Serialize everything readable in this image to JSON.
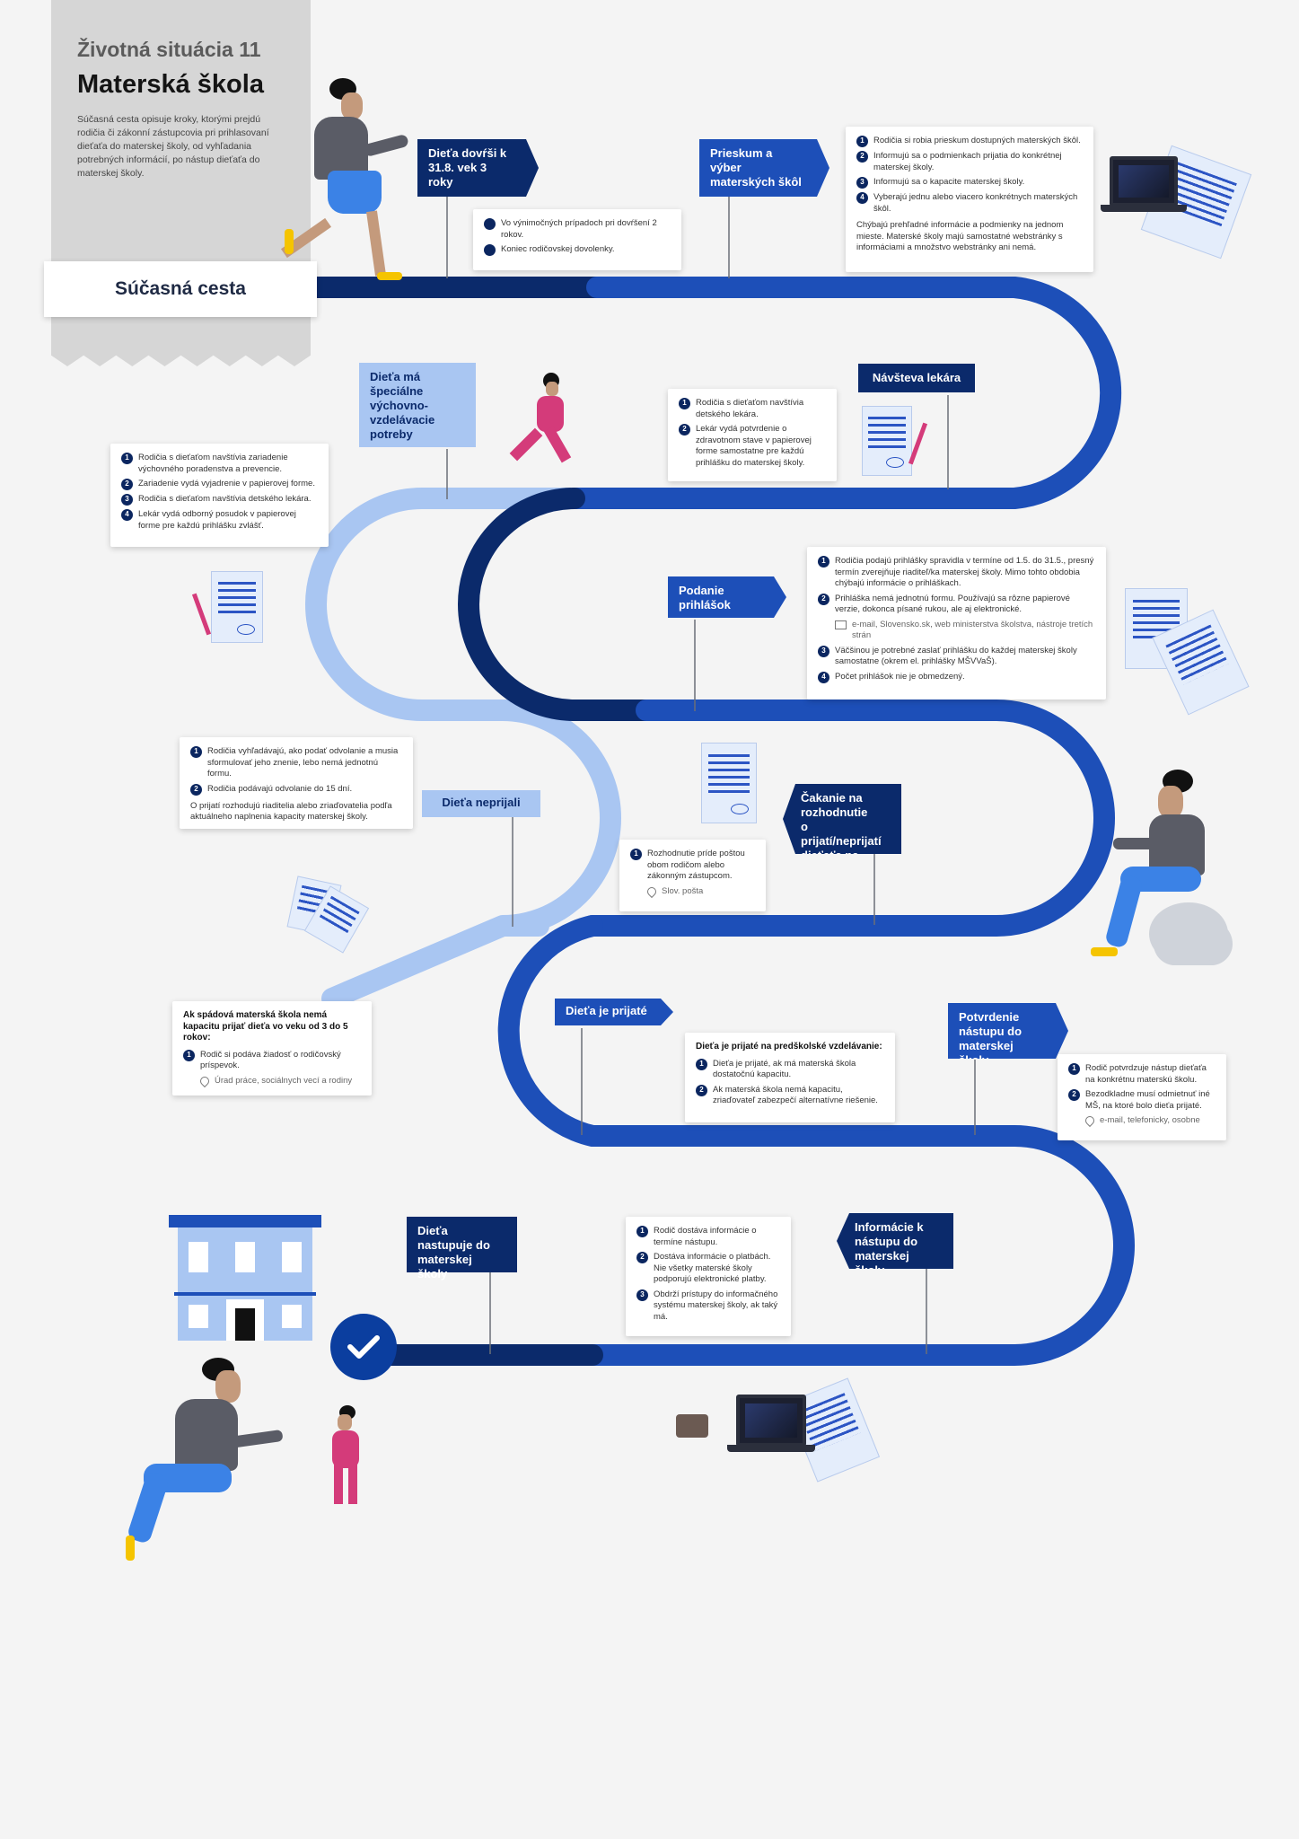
{
  "header": {
    "kicker": "Životná situácia 11",
    "title": "Materská škola",
    "intro": "Súčasná cesta opisuje kroky, ktorými prejdú rodičia či zákonní zástupcovia pri prihlasovaní dieťaťa do materskej školy, od vyhľadania potrebných informácií, po nástup dieťaťa do materskej školy.",
    "path_label": "Súčasná cesta"
  },
  "colors": {
    "road_dark": "#0b2a6b",
    "road_mid": "#1d4fb8",
    "road_light": "#a9c6f2",
    "flag_dark": "#0b2a6b",
    "flag_mid": "#1d4fb8",
    "flag_light": "#a9c6f2"
  },
  "steps": {
    "s1": {
      "label": "Dieťa dovŕši k 31.8. vek 3 roky",
      "items": [
        "Vo výnimočných prípadoch pri dovŕšení 2 rokov.",
        "Koniec rodičovskej dovolenky."
      ]
    },
    "s2": {
      "label": "Prieskum a výber materských škôl",
      "items": [
        "Rodičia si robia prieskum dostupných materských škôl.",
        "Informujú sa o podmienkach prijatia do konkrétnej materskej školy.",
        "Informujú sa o kapacite materskej školy.",
        "Vyberajú jednu alebo viacero konkrétnych materských škôl."
      ],
      "note": "Chýbajú prehľadné informácie a podmienky na jednom mieste. Materské školy majú samostatné webstránky s informáciami a množstvo webstránky ani nemá."
    },
    "s3": {
      "label": "Návšteva lekára",
      "items": [
        "Rodičia s dieťaťom navštívia detského lekára.",
        "Lekár vydá potvrdenie o zdravotnom stave v papierovej forme samostatne pre každú prihlášku do materskej školy."
      ]
    },
    "s4": {
      "label": "Dieťa má špeciálne výchovno-vzdelávacie potreby",
      "items": [
        "Rodičia s dieťaťom navštívia zariadenie výchovného poradenstva a prevencie.",
        "Zariadenie vydá vyjadrenie v papierovej forme.",
        "Rodičia s dieťaťom navštívia detského lekára.",
        "Lekár vydá odborný posudok v papierovej forme pre každú prihlášku zvlášť."
      ]
    },
    "s5": {
      "label": "Podanie prihlášok",
      "items": [
        "Rodičia podajú prihlášky spravidla v termíne od 1.5. do 31.5., presný termín zverejňuje riaditeľ/ka materskej školy. Mimo tohto obdobia chýbajú informácie o prihláškach.",
        "Prihláška nemá jednotnú formu. Používajú sa rôzne papierové verzie, dokonca písané rukou, ale aj elektronické.",
        "Väčšinou je potrebné zaslať prihlášku do každej materskej školy samostatne (okrem el. prihlášky MŠVVaŠ).",
        "Počet prihlášok nie je obmedzený."
      ],
      "meta": "e-mail, Slovensko.sk, web ministerstva školstva, nástroje tretích strán"
    },
    "s6": {
      "label": "Čakanie na rozhodnutie o prijatí/neprijatí dieťaťa na MŠ",
      "items": [
        "Rozhodnutie príde poštou obom rodičom alebo zákonným zástupcom."
      ],
      "meta": "Slov. pošta"
    },
    "s7": {
      "label": "Dieťa neprijali",
      "items": [
        "Rodičia vyhľadávajú, ako podať odvolanie a musia sformulovať jeho znenie, lebo nemá jednotnú formu.",
        "Rodičia podávajú odvolanie do 15 dní."
      ],
      "note": "O prijatí rozhodujú riaditelia alebo zriaďovatelia podľa aktuálneho naplnenia kapacity materskej školy."
    },
    "s8": {
      "title": "Ak spádová materská škola nemá kapacitu prijať dieťa vo veku od 3 do 5 rokov:",
      "items": [
        "Rodič si podáva žiadosť o rodičovský príspevok."
      ],
      "meta": "Úrad práce, sociálnych vecí a rodiny"
    },
    "s9": {
      "label": "Dieťa je prijaté",
      "title": "Dieťa je prijaté na predškolské vzdelávanie:",
      "items": [
        "Dieťa je prijaté, ak má materská škola dostatočnú kapacitu.",
        "Ak materská škola nemá kapacitu, zriaďovateľ zabezpečí alternatívne riešenie."
      ]
    },
    "s10": {
      "label": "Potvrdenie nástupu do materskej školy",
      "items": [
        "Rodič potvrdzuje nástup dieťaťa na konkrétnu materskú školu.",
        "Bezodkladne musí odmietnuť iné MŠ, na ktoré bolo dieťa prijaté."
      ],
      "meta": "e-mail, telefonicky, osobne"
    },
    "s11": {
      "label": "Informácie k nástupu do materskej školy",
      "items": [
        "Rodič dostáva informácie o termíne nástupu.",
        "Dostáva informácie o platbách. Nie všetky materské školy podporujú elektronické platby.",
        "Obdrží prístupy do informačného systému materskej školy, ak taký má."
      ]
    },
    "s12": {
      "label": "Dieťa nastupuje do materskej školy"
    }
  },
  "icons": {
    "done": "check-circle-icon",
    "school": "school-building-icon",
    "location": "location-pin-icon",
    "channel": "mail-icon"
  }
}
